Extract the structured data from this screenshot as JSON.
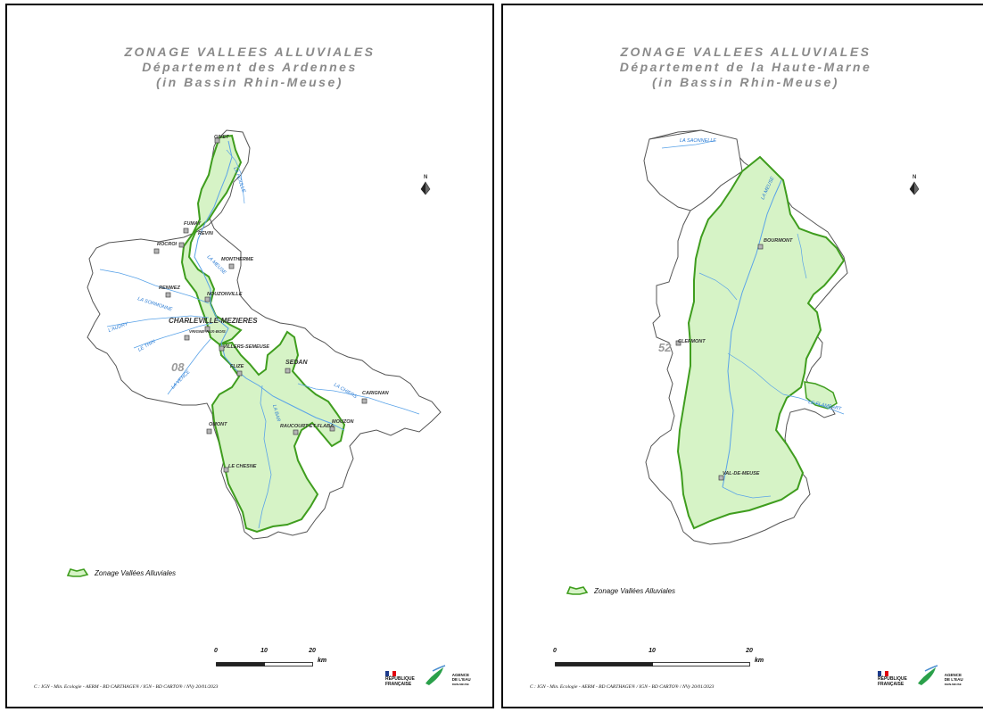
{
  "colors": {
    "zone_fill": "#d6f3c6",
    "zone_stroke": "#3f9d1e",
    "river": "#5aa3e8",
    "boundary": "#555555",
    "title_gray": "#8a8a8a"
  },
  "left": {
    "title": [
      "ZONAGE VALLEES ALLUVIALES",
      "Département des Ardennes",
      "(in Bassin Rhin-Meuse)"
    ],
    "dept_number": "08",
    "towns": [
      "GIVET",
      "FUMAY",
      "ROCROI",
      "REVIN",
      "MONTHERME",
      "RENWEZ",
      "NOUZONVILLE",
      "CHARLEVILLE-MEZIERES",
      "VRIGNE-AUX-BOIS",
      "VILLERS-SEMEUSE",
      "SEDAN",
      "FLIZE",
      "CARIGNAN",
      "OMONT",
      "RAUCOURT-ET-FLABA",
      "MOUZON",
      "LE CHESNE"
    ],
    "rivers": [
      "LA HOULLE",
      "LA MEUSE",
      "LA SORMONNE",
      "L'AUDRY",
      "LE THIN",
      "LA VENCE",
      "LA BAR",
      "LA CHIERS"
    ],
    "legend_label": "Zonage Vallées Alluviales",
    "scale": {
      "ticks": [
        "0",
        "10",
        "20"
      ],
      "unit": "km"
    },
    "credit": "C : IGN - Min. Ecologie - AERM - BD CARTHAGE® / IGN - BD CARTO®    / NVy    20/01/2023",
    "logo_republique": [
      "RÉPUBLIQUE",
      "FRANÇAISE"
    ],
    "logo_agence": [
      "AGENCE",
      "DE L'EAU",
      "RHIN-MEUSE"
    ],
    "north_label": "N"
  },
  "right": {
    "title": [
      "ZONAGE VALLEES ALLUVIALES",
      "Département de la Haute-Marne",
      "(in Bassin Rhin-Meuse)"
    ],
    "dept_number": "52",
    "towns": [
      "BOURMONT",
      "CLEFMONT",
      "VAL-DE-MEUSE"
    ],
    "rivers": [
      "LA SAONNELLE",
      "LA MEUSE",
      "LE FLAMBART"
    ],
    "legend_label": "Zonage Vallées Alluviales",
    "scale": {
      "ticks": [
        "0",
        "10",
        "20"
      ],
      "unit": "km"
    },
    "credit": "C : IGN - Min. Ecologie - AERM - BD CARTHAGE® / IGN - BD CARTO®    / NVy    20/01/2023",
    "logo_republique": [
      "RÉPUBLIQUE",
      "FRANÇAISE"
    ],
    "logo_agence": [
      "AGENCE",
      "DE L'EAU",
      "RHIN-MEUSE"
    ],
    "north_label": "N"
  }
}
